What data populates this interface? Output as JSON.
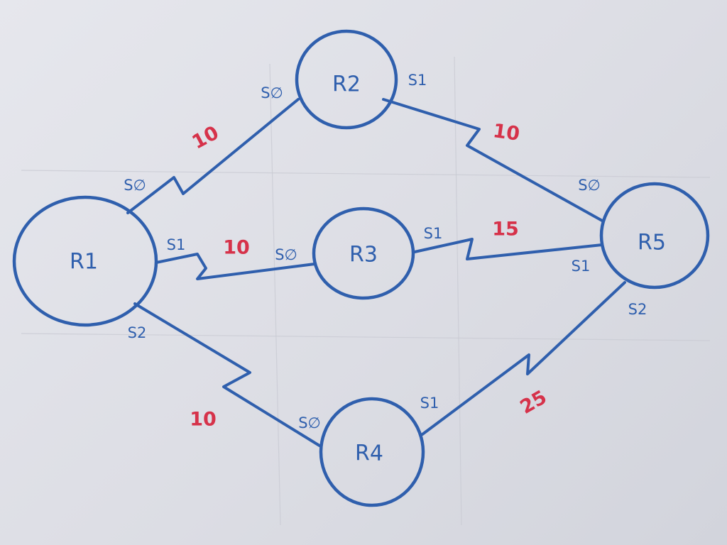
{
  "colors": {
    "ink": "#2f5fad",
    "cost": "#d6324a"
  },
  "routers": [
    {
      "id": "R1",
      "label": "R1"
    },
    {
      "id": "R2",
      "label": "R2"
    },
    {
      "id": "R3",
      "label": "R3"
    },
    {
      "id": "R4",
      "label": "R4"
    },
    {
      "id": "R5",
      "label": "R5"
    }
  ],
  "links": [
    {
      "from": "R1",
      "from_port": "S∅",
      "to": "R2",
      "to_port": "S∅",
      "cost": "10"
    },
    {
      "from": "R2",
      "from_port": "S1",
      "to": "R5",
      "to_port": "S∅",
      "cost": "10"
    },
    {
      "from": "R1",
      "from_port": "S1",
      "to": "R3",
      "to_port": "S∅",
      "cost": "10"
    },
    {
      "from": "R3",
      "from_port": "S1",
      "to": "R5",
      "to_port": "S1",
      "cost": "15"
    },
    {
      "from": "R1",
      "from_port": "S2",
      "to": "R4",
      "to_port": "S∅",
      "cost": "10"
    },
    {
      "from": "R4",
      "from_port": "S1",
      "to": "R5",
      "to_port": "S2",
      "cost": "25"
    }
  ]
}
